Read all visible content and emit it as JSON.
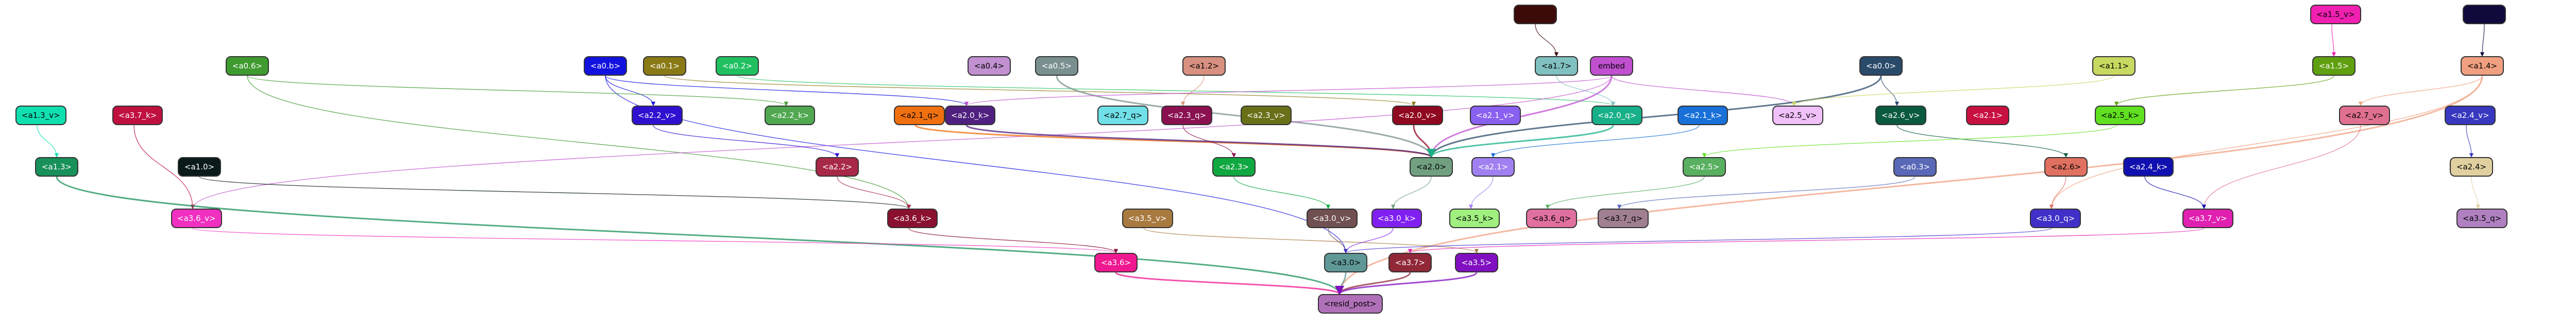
{
  "graph": {
    "nodes": [
      {
        "id": "a1_5_v_top",
        "label": "<a1.5_v>",
        "color": "#f020b0",
        "text": "light"
      },
      {
        "id": "top_dark_red",
        "label": "",
        "color": "#3d0a0a",
        "text": "dark"
      },
      {
        "id": "top_navy",
        "label": "",
        "color": "#0f0a3c",
        "text": "dark"
      },
      {
        "id": "a0_6",
        "label": "<a0.6>",
        "color": "#3f9a30",
        "text": "dark"
      },
      {
        "id": "a0_b",
        "label": "<a0.b>",
        "color": "#1212e0",
        "text": "dark"
      },
      {
        "id": "a0_1",
        "label": "<a0.1>",
        "color": "#8a7a15",
        "text": "dark"
      },
      {
        "id": "a0_2",
        "label": "<a0.2>",
        "color": "#20c060",
        "text": "dark"
      },
      {
        "id": "a0_4",
        "label": "<a0.4>",
        "color": "#c090d0",
        "text": "light"
      },
      {
        "id": "a0_5",
        "label": "<a0.5>",
        "color": "#7a9090",
        "text": "dark"
      },
      {
        "id": "a1_2",
        "label": "<a1.2>",
        "color": "#d89080",
        "text": "light"
      },
      {
        "id": "a1_7",
        "label": "<a1.7>",
        "color": "#80c0c0",
        "text": "light"
      },
      {
        "id": "embed",
        "label": "embed",
        "color": "#c050d0",
        "text": "light"
      },
      {
        "id": "a0_0",
        "label": "<a0.0>",
        "color": "#2a4a6a",
        "text": "dark"
      },
      {
        "id": "a1_1",
        "label": "<a1.1>",
        "color": "#c8d860",
        "text": "light"
      },
      {
        "id": "a1_5",
        "label": "<a1.5>",
        "color": "#60a010",
        "text": "dark"
      },
      {
        "id": "a1_4",
        "label": "<a1.4>",
        "color": "#f0a080",
        "text": "light"
      },
      {
        "id": "a1_3_v",
        "label": "<a1.3_v>",
        "color": "#10e0b0",
        "text": "light"
      },
      {
        "id": "a3_7_k",
        "label": "<a3.7_k>",
        "color": "#c01040",
        "text": "dark"
      },
      {
        "id": "a2_2_v",
        "label": "<a2.2_v>",
        "color": "#3010d0",
        "text": "dark"
      },
      {
        "id": "a2_2_k",
        "label": "<a2.2_k>",
        "color": "#50a850",
        "text": "dark"
      },
      {
        "id": "a2_1_q",
        "label": "<a2.1_q>",
        "color": "#f07010",
        "text": "light"
      },
      {
        "id": "a2_0_k",
        "label": "<a2.0_k>",
        "color": "#502080",
        "text": "dark"
      },
      {
        "id": "a2_7_q",
        "label": "<a2.7_q>",
        "color": "#70e0e8",
        "text": "light"
      },
      {
        "id": "a2_3_q",
        "label": "<a2.3_q>",
        "color": "#8a1050",
        "text": "dark"
      },
      {
        "id": "a2_3_v",
        "label": "<a2.3_v>",
        "color": "#6a7018",
        "text": "dark"
      },
      {
        "id": "a2_0_v",
        "label": "<a2.0_v>",
        "color": "#900820",
        "text": "dark"
      },
      {
        "id": "a2_1_v",
        "label": "<a2.1_v>",
        "color": "#8a60f0",
        "text": "dark"
      },
      {
        "id": "a2_0_q",
        "label": "<a2.0_q>",
        "color": "#18b088",
        "text": "dark"
      },
      {
        "id": "a2_1_k",
        "label": "<a2.1_k>",
        "color": "#1870d8",
        "text": "dark"
      },
      {
        "id": "a2_5_v",
        "label": "<a2.5_v>",
        "color": "#f0c0f8",
        "text": "light"
      },
      {
        "id": "a2_6_v",
        "label": "<a2.6_v>",
        "color": "#0a5a40",
        "text": "dark"
      },
      {
        "id": "a2_1",
        "label": "<a2.1>",
        "color": "#c81040",
        "text": "dark"
      },
      {
        "id": "a2_5_k",
        "label": "<a2.5_k>",
        "color": "#60e020",
        "text": "light"
      },
      {
        "id": "a2_7_v",
        "label": "<a2.7_v>",
        "color": "#e07090",
        "text": "light"
      },
      {
        "id": "a2_4_v",
        "label": "<a2.4_v>",
        "color": "#3838c0",
        "text": "dark"
      },
      {
        "id": "a1_3",
        "label": "<a1.3>",
        "color": "#18905a",
        "text": "dark"
      },
      {
        "id": "a1_0",
        "label": "<a1.0>",
        "color": "#0a1a1a",
        "text": "dark"
      },
      {
        "id": "a2_2",
        "label": "<a2.2>",
        "color": "#a82848",
        "text": "dark"
      },
      {
        "id": "a2_3",
        "label": "<a2.3>",
        "color": "#10a840",
        "text": "dark"
      },
      {
        "id": "a2_0",
        "label": "<a2.0>",
        "color": "#70a080",
        "text": "light"
      },
      {
        "id": "a2_1b",
        "label": "<a2.1>",
        "color": "#a080f0",
        "text": "dark"
      },
      {
        "id": "a2_5",
        "label": "<a2.5>",
        "color": "#58b060",
        "text": "dark"
      },
      {
        "id": "a0_3",
        "label": "<a0.3>",
        "color": "#5a68b8",
        "text": "dark"
      },
      {
        "id": "a2_6",
        "label": "<a2.6>",
        "color": "#e07060",
        "text": "light"
      },
      {
        "id": "a2_4_k",
        "label": "<a2.4_k>",
        "color": "#1010b0",
        "text": "dark"
      },
      {
        "id": "a2_4",
        "label": "<a2.4>",
        "color": "#e0d0a0",
        "text": "light"
      },
      {
        "id": "a3_6_v",
        "label": "<a3.6_v>",
        "color": "#f030c0",
        "text": "dark"
      },
      {
        "id": "a3_6_k",
        "label": "<a3.6_k>",
        "color": "#8a1030",
        "text": "dark"
      },
      {
        "id": "a3_5_v",
        "label": "<a3.5_v>",
        "color": "#a87a40",
        "text": "dark"
      },
      {
        "id": "a3_0_v",
        "label": "<a3.0_v>",
        "color": "#705050",
        "text": "dark"
      },
      {
        "id": "a3_0_k",
        "label": "<a3.0_k>",
        "color": "#8020f0",
        "text": "dark"
      },
      {
        "id": "a3_5_k",
        "label": "<a3.5_k>",
        "color": "#a0f080",
        "text": "light"
      },
      {
        "id": "a3_6_q",
        "label": "<a3.6_q>",
        "color": "#e070a0",
        "text": "light"
      },
      {
        "id": "a3_7_q",
        "label": "<a3.7_q>",
        "color": "#a08090",
        "text": "light"
      },
      {
        "id": "a3_0_q",
        "label": "<a3.0_q>",
        "color": "#4030c8",
        "text": "dark"
      },
      {
        "id": "a3_7_v",
        "label": "<a3.7_v>",
        "color": "#e020b0",
        "text": "dark"
      },
      {
        "id": "a3_5_q",
        "label": "<a3.5_q>",
        "color": "#b080c0",
        "text": "light"
      },
      {
        "id": "a3_6",
        "label": "<a3.6>",
        "color": "#f01890",
        "text": "dark"
      },
      {
        "id": "a3_0",
        "label": "<a3.0>",
        "color": "#609898",
        "text": "light"
      },
      {
        "id": "a3_7",
        "label": "<a3.7>",
        "color": "#902838",
        "text": "dark"
      },
      {
        "id": "a3_5",
        "label": "<a3.5>",
        "color": "#8010c0",
        "text": "dark"
      },
      {
        "id": "resid_post",
        "label": "<resid_post>",
        "color": "#b070b8",
        "text": "light"
      }
    ],
    "edges": [
      [
        "top_dark_red",
        "a1_7",
        "#3d0a0a"
      ],
      [
        "a1_5_v_top",
        "a1_5",
        "#f020b0"
      ],
      [
        "top_navy",
        "a1_4",
        "#0f0a3c"
      ],
      [
        "a1_3_v",
        "a1_3",
        "#10e0b0"
      ],
      [
        "a0_b",
        "a2_0_k",
        "#1212e0"
      ],
      [
        "a0_b",
        "a2_2_v",
        "#1212e0"
      ],
      [
        "a0_b",
        "a3_0",
        "#1212e0"
      ],
      [
        "a0_6",
        "a2_2_k",
        "#3f9a30"
      ],
      [
        "a0_6",
        "a3_6_k",
        "#3f9a30"
      ],
      [
        "a0_1",
        "a2_0_v",
        "#8a7a15"
      ],
      [
        "a0_2",
        "a2_0_q",
        "#20c060"
      ],
      [
        "a0_5",
        "a2_0",
        "#7a9090"
      ],
      [
        "a1_2",
        "a2_3_q",
        "#d89080"
      ],
      [
        "a1_7",
        "a2_0_q",
        "#80c0c0"
      ],
      [
        "embed",
        "a2_0_k",
        "#c050d0"
      ],
      [
        "embed",
        "a2_0",
        "#c050d0"
      ],
      [
        "embed",
        "a3_6_v",
        "#c050d0"
      ],
      [
        "embed",
        "a2_5_v",
        "#c050d0"
      ],
      [
        "a0_0",
        "a2_0",
        "#2a4a6a"
      ],
      [
        "a0_0",
        "a2_6_v",
        "#2a4a6a"
      ],
      [
        "a1_1",
        "a2_5_v",
        "#c8d860"
      ],
      [
        "a1_5",
        "a2_5_k",
        "#60a010"
      ],
      [
        "a1_4",
        "a2_7_v",
        "#f0a080"
      ],
      [
        "a1_4",
        "a3_0_q",
        "#f0a080"
      ],
      [
        "a1_4",
        "resid_post",
        "#f0a080"
      ],
      [
        "a3_7_k",
        "a3_6_v",
        "#c01040"
      ],
      [
        "a2_2_v",
        "a2_2",
        "#3010d0"
      ],
      [
        "a2_1_q",
        "a2_0",
        "#f07010"
      ],
      [
        "a2_0_k",
        "a2_0",
        "#502080"
      ],
      [
        "a2_3_q",
        "a2_3",
        "#8a1050"
      ],
      [
        "a2_0_v",
        "a2_0",
        "#900820"
      ],
      [
        "a2_0_q",
        "a2_0",
        "#18b088"
      ],
      [
        "a2_1_k",
        "a2_1b",
        "#1870d8"
      ],
      [
        "a2_6_v",
        "a2_6",
        "#0a5a40"
      ],
      [
        "a2_5_k",
        "a2_5",
        "#60e020"
      ],
      [
        "a2_7_v",
        "a3_7_v",
        "#e07090"
      ],
      [
        "a2_4_v",
        "a2_4",
        "#3838c0"
      ],
      [
        "a1_3",
        "resid_post",
        "#18905a"
      ],
      [
        "a1_0",
        "a3_6_k",
        "#0a1a1a"
      ],
      [
        "a2_2",
        "a3_6_k",
        "#a82848"
      ],
      [
        "a2_3",
        "a3_0_v",
        "#10a840"
      ],
      [
        "a2_0",
        "a3_0_k",
        "#70a080"
      ],
      [
        "a2_1b",
        "a3_5_k",
        "#a080f0"
      ],
      [
        "a2_5",
        "a3_6_q",
        "#58b060"
      ],
      [
        "a0_3",
        "a3_7_q",
        "#5a68b8"
      ],
      [
        "a2_6",
        "a3_0_q",
        "#e07060"
      ],
      [
        "a2_4_k",
        "a3_7_v",
        "#1010b0"
      ],
      [
        "a2_4",
        "a3_5_q",
        "#e0d0a0"
      ],
      [
        "a3_6_v",
        "a3_6",
        "#f030c0"
      ],
      [
        "a3_6_k",
        "a3_6",
        "#8a1030"
      ],
      [
        "a3_5_v",
        "a3_5",
        "#a87a40"
      ],
      [
        "a3_0_v",
        "a3_0",
        "#705050"
      ],
      [
        "a3_0_k",
        "a3_0",
        "#8020f0"
      ],
      [
        "a3_0_q",
        "a3_0",
        "#4030c8"
      ],
      [
        "a3_7_v",
        "a3_7",
        "#e020b0"
      ],
      [
        "a3_6",
        "resid_post",
        "#f01890"
      ],
      [
        "a3_0",
        "resid_post",
        "#609898"
      ],
      [
        "a3_7",
        "resid_post",
        "#902838"
      ],
      [
        "a3_5",
        "resid_post",
        "#8010c0"
      ]
    ]
  }
}
